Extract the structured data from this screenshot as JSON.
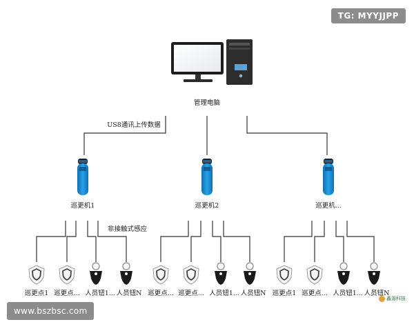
{
  "watermarks": {
    "top": "TG: MYYJJPP",
    "bottom": "www.bszbsc.com",
    "logo": "鑫源科技"
  },
  "nodes": {
    "computer": "管理电脑",
    "usb_link": "US8通讯上传数据",
    "contactless": "非接触式感应",
    "patrollers": [
      "巡更机1",
      "巡更机2",
      "巡更机..."
    ],
    "groups": [
      [
        "巡更点1",
        "巡更点...",
        "人员钮1...",
        "人员钮N"
      ],
      [
        "巡更点...",
        "巡更点...",
        "人员钮1...",
        "人员钮N"
      ],
      [
        "巡更点1",
        "巡更点...",
        "人员钮1...",
        "人员钮N"
      ]
    ]
  },
  "colors": {
    "wire": "#333333",
    "device_blue": "#1e8fd6",
    "device_dark": "#13314f",
    "tag_black": "#1a1a1a",
    "badge_bg": "#8c8c8c"
  }
}
